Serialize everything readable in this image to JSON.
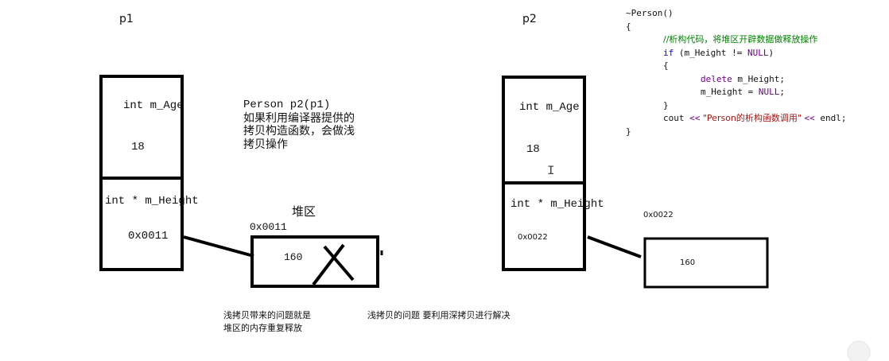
{
  "left": {
    "title": "p1",
    "field_age": "int m_Age",
    "age_value": "18",
    "field_height": "int * m_Height",
    "height_value": "0x0011",
    "heap_title": "堆区",
    "heap_address": "0x0011",
    "heap_value": "160",
    "note_line1": "Person p2(p1)",
    "note_line2": "如果利用编译器提供的",
    "note_line3": "拷贝构造函数，会做浅",
    "note_line4": "拷贝操作",
    "problem_line1": "浅拷贝带来的问题就是",
    "problem_line2": "堆区的内存重复释放",
    "solution": "浅拷贝的问题 要利用深拷贝进行解决"
  },
  "right": {
    "title": "p2",
    "field_age": "int  m_Age",
    "age_value": "18",
    "field_height": "int * m_Height",
    "height_value": "0x0022",
    "heap_address": "0x0022",
    "heap_value": "160",
    "cursor_glyph": "I"
  },
  "code": {
    "line1": "~Person()",
    "line2": "{",
    "line3": "//析构代码，将堆区开辟数据做释放操作",
    "line4_kw": "if",
    "line4_rest": " (m_Height != ",
    "line4_macro": "NULL",
    "line4_end": ")",
    "line5": "{",
    "line6_kw": "delete",
    "line6_rest": " m_Height;",
    "line7_start": "m_Height = ",
    "line7_macro": "NULL",
    "line7_end": ";",
    "line8": "}",
    "line9_start": "cout ",
    "line9_op1": "<<",
    "line9_str": " \"Person的析构函数调用\" ",
    "line9_op2": "<<",
    "line9_end": " endl;",
    "line10": "}"
  },
  "colors": {
    "keyword": "#0000ff",
    "comment": "#008000",
    "macro": "#6f008a",
    "string": "#a31515"
  }
}
